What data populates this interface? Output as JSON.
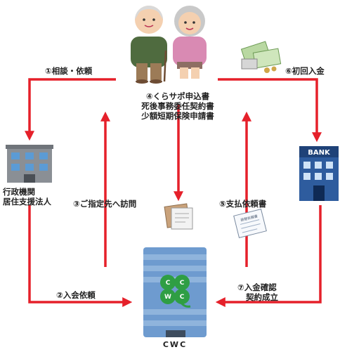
{
  "labels": {
    "consult": "①相談・依頼",
    "documents": [
      "④くらサポ申込書",
      "死後事務委任契約書",
      "少額短期保険申請書"
    ],
    "first_deposit": "⑥初回入金",
    "admin_org": [
      "行政機関",
      "居住支援法人"
    ],
    "visit": "③ご指定先へ訪問",
    "payment_request": "⑤支払依頼書",
    "join_request": "②入会依頼",
    "confirmation": [
      "⑦入金確認",
      "契約成立"
    ],
    "company": "CWC"
  },
  "bank_sign": "BANK",
  "logo_letters": [
    "C",
    "C",
    "W",
    "C"
  ],
  "form_heading": "振替依頼書",
  "colors": {
    "arrow": "#e5202a",
    "building_gray": "#8a8f95",
    "bank_blue": "#2e5c9e",
    "company_blue": "#6e9bcf",
    "clover_green": "#2f9e44"
  }
}
